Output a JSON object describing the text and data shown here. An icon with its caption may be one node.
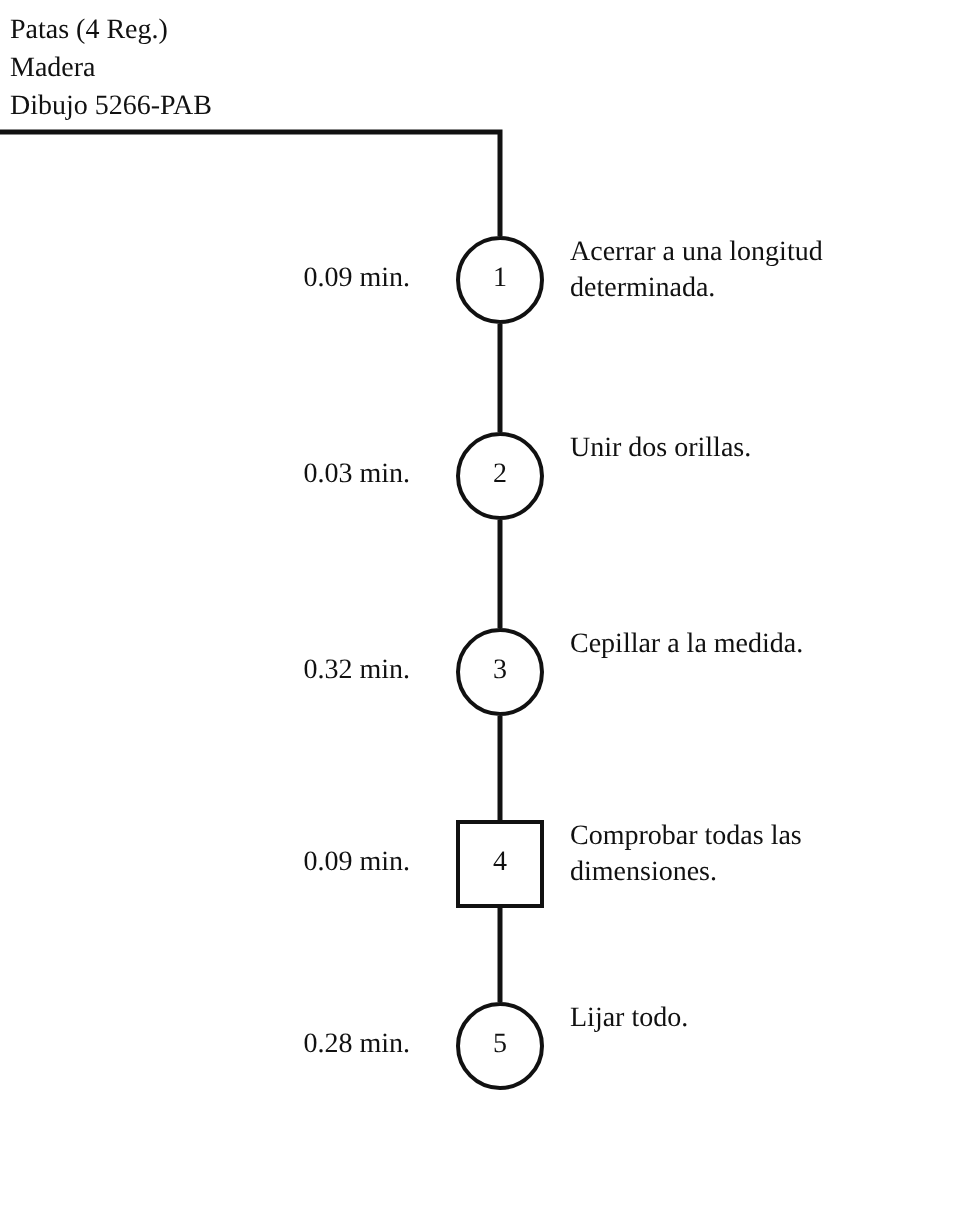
{
  "diagram": {
    "nodes": [
      {
        "text": [
          "Patas (4 Reg.)",
          "Madera",
          "Dibujo 5266-PAB"
        ]
      },
      {
        "text": [
          "1"
        ],
        "beside": [
          "0.09 min.",
          "Acerrar a una longitud determinada."
        ]
      },
      {
        "text": [
          "2"
        ],
        "beside": [
          "0.03 min.",
          "Unir dos orillas."
        ]
      },
      {
        "text": [
          "3"
        ],
        "beside": [
          "0.32 min.",
          "Cepillar a la medida."
        ]
      },
      {
        "text": [
          "4"
        ],
        "beside": [
          "0.09 min.",
          "Comprobar todas las dimensiones."
        ]
      },
      {
        "text": [
          "5"
        ],
        "beside": [
          "0.28 min.",
          "Lijar todo."
        ]
      }
    ],
    "edges": [
      {
        "from": 0,
        "to": 1,
        "arrow": "none"
      },
      {
        "from": 1,
        "to": 2,
        "arrow": "none"
      },
      {
        "from": 2,
        "to": 3,
        "arrow": "none"
      },
      {
        "from": 3,
        "to": 4,
        "arrow": "none"
      },
      {
        "from": 4,
        "to": 5,
        "arrow": "none"
      }
    ]
  }
}
